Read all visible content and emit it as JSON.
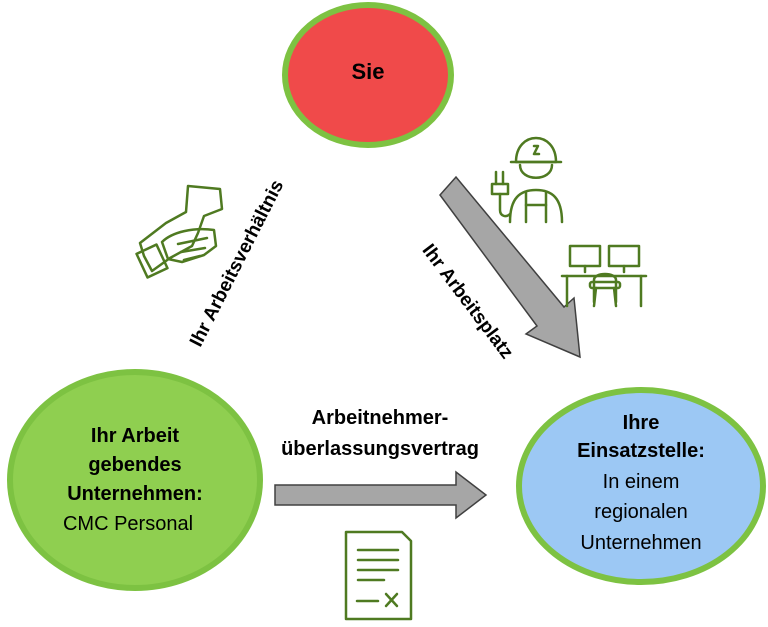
{
  "nodes": {
    "you": {
      "title": "Sie",
      "fill": "#f04a4a"
    },
    "employer": {
      "title_lines": [
        "Ihr Arbeit",
        "gebendes",
        "Unternehmen:"
      ],
      "sub_lines": [
        "CMC Personal"
      ],
      "fill": "#8fcf50"
    },
    "placement": {
      "title_lines": [
        "Ihre",
        "Einsatzstelle:"
      ],
      "sub_lines": [
        "In einem",
        "regionalen",
        "Unternehmen"
      ],
      "fill": "#9cc8f4"
    }
  },
  "edges": {
    "relationship": {
      "label": "Ihr Arbeitsverhältnis",
      "icon": "handshake-icon"
    },
    "workplace": {
      "label": "Ihr Arbeitsplatz",
      "icons": [
        "worker-icon",
        "workstation-icon"
      ]
    },
    "contract": {
      "label_lines": [
        "Arbeitnehmer-",
        "überlassungsvertrag"
      ],
      "icon": "contract-document-icon"
    }
  },
  "colors": {
    "border_green": "#7dc242",
    "icon_green": "#4f7a21",
    "arrow_fill": "#a6a6a6",
    "arrow_stroke": "#404040"
  }
}
